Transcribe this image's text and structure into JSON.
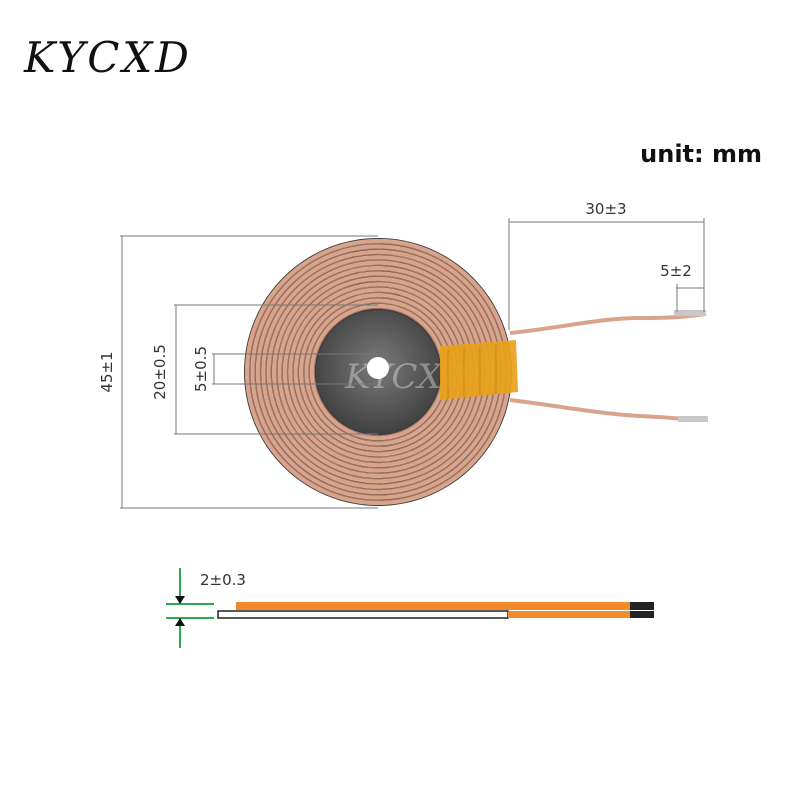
{
  "brand": {
    "logo_text": "KYCXD"
  },
  "unit_label": "unit: mm",
  "dimensions": {
    "outer_diameter": "45±1",
    "inner_diameter": "20±0.5",
    "center_hole": "5±0.5",
    "lead_length": "30±3",
    "lead_strip": "5±2",
    "thickness": "2±0.3"
  },
  "colors": {
    "copper": "#d9a48c",
    "copper_dark": "#b9806a",
    "ferrite": "#555555",
    "tape": "#e8a21a",
    "side_orange": "#f08a2a",
    "indicator_green": "#2fa84f"
  }
}
